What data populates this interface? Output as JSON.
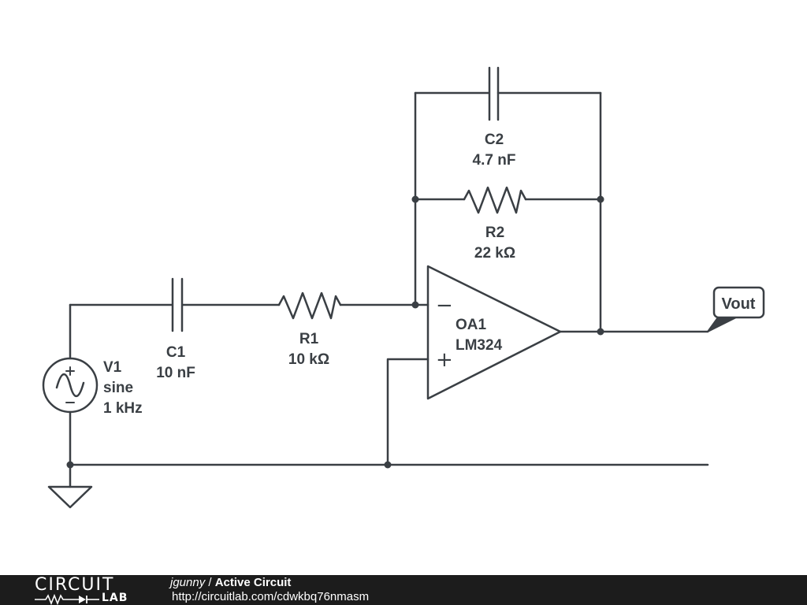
{
  "components": {
    "v1": {
      "name": "V1",
      "type": "sine",
      "value": "1 kHz"
    },
    "c1": {
      "name": "C1",
      "value": "10 nF"
    },
    "r1": {
      "name": "R1",
      "value": "10 kΩ"
    },
    "c2": {
      "name": "C2",
      "value": "4.7 nF"
    },
    "r2": {
      "name": "R2",
      "value": "22 kΩ"
    },
    "oa1": {
      "name": "OA1",
      "part": "LM324"
    }
  },
  "probe": {
    "label": "Vout"
  },
  "footer": {
    "logo_top": "CIRCUIT",
    "logo_bottom": "LAB",
    "author": "jgunny",
    "separator": "/",
    "title": "Active Circuit",
    "url": "http://circuitlab.com/cdwkbq76nmasm"
  },
  "colors": {
    "ink": "#3a3f44",
    "footer_bg": "#1c1c1c",
    "footer_text": "#ffffff"
  }
}
